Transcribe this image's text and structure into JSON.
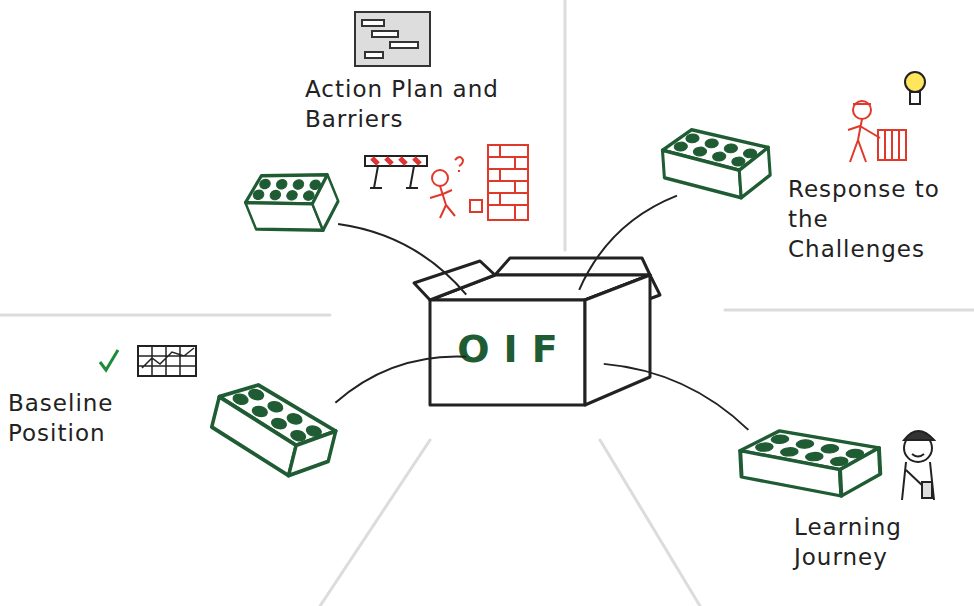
{
  "diagram": {
    "nodes": [
      {
        "text": [
          "Action Plan and Barriers"
        ]
      },
      {
        "text": [
          "Response to the Challenges"
        ]
      },
      {
        "text": [
          "OIF"
        ]
      },
      {
        "text": [
          "Baseline Position"
        ]
      },
      {
        "text": [
          "Learning Journey"
        ]
      }
    ],
    "edges": [
      {
        "from": 2,
        "to": 0,
        "arrow": "none"
      },
      {
        "from": 2,
        "to": 1,
        "arrow": "none"
      },
      {
        "from": 2,
        "to": 3,
        "arrow": "none"
      },
      {
        "from": 2,
        "to": 4,
        "arrow": "none"
      }
    ]
  }
}
